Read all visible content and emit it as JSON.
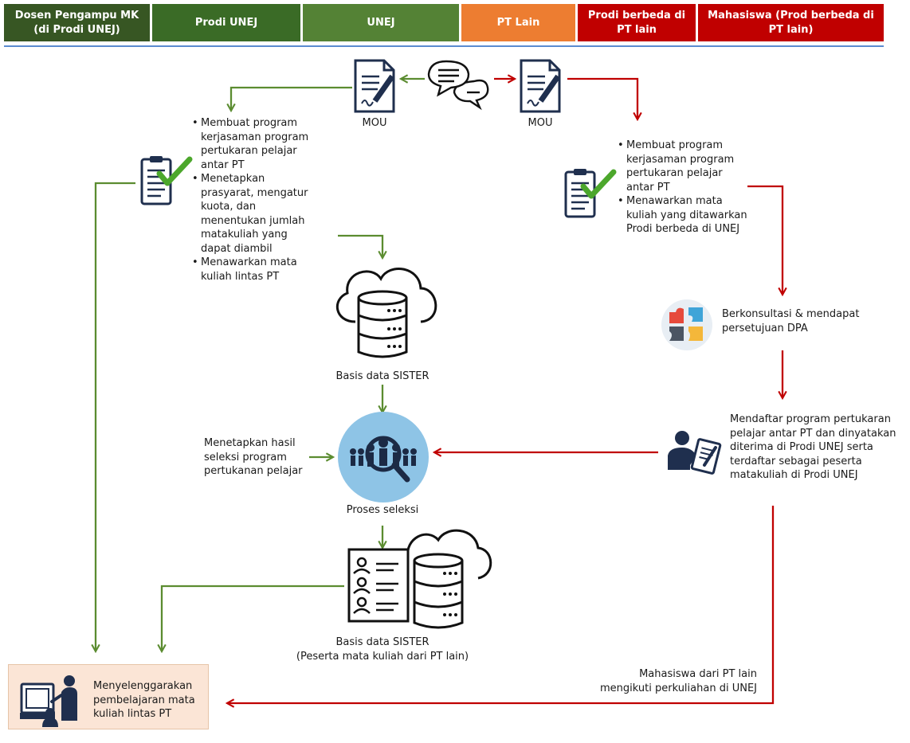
{
  "header": {
    "lanes": [
      {
        "label": "Dosen Pengampu MK (di Prodi UNEJ)",
        "color": "#375623"
      },
      {
        "label": "Prodi UNEJ",
        "color": "#3a6b26"
      },
      {
        "label": "UNEJ",
        "color": "#548235"
      },
      {
        "label": "PT Lain",
        "color": "#ed7d31"
      },
      {
        "label": "Prodi berbeda di PT lain",
        "color": "#c00000"
      },
      {
        "label": "Mahasiswa (Prod berbeda di PT lain)",
        "color": "#c00000"
      }
    ]
  },
  "flow": {
    "mou_left": "MOU",
    "mou_right": "MOU",
    "left_tasks": [
      "Membuat program kerjasaman program pertukaran pelajar antar PT",
      "Menetapkan prasyarat, mengatur kuota, dan menentukan jumlah matakuliah yang dapat diambil",
      "Menawarkan mata kuliah lintas PT"
    ],
    "right_tasks": [
      "Membuat program kerjasaman program pertukaran pelajar antar PT",
      "Menawarkan mata kuliah yang ditawarkan Prodi berbeda di UNEJ"
    ],
    "db_sister": "Basis data SISTER",
    "consult": "Berkonsultasi & mendapat persetujuan DPA",
    "register": "Mendaftar program pertukaran pelajar antar PT dan dinyatakan diterima di Prodi UNEJ serta terdaftar sebagai peserta matakuliah di Prodi UNEJ",
    "selection_note": "Menetapkan hasil seleksi program pertukanan pelajar",
    "selection_label": "Proses seleksi",
    "db_participants_1": "Basis data SISTER",
    "db_participants_2": "(Peserta mata kuliah dari PT lain)",
    "student_note": "Mahasiswa dari PT lain mengikuti perkuliahan di UNEJ",
    "final": "Menyelenggarakan pembelajaran mata kuliah lintas PT"
  },
  "colors": {
    "green_arrow": "#5b8c30",
    "red_arrow": "#c00000",
    "icon_navy": "#1f2f4e",
    "check_green": "#4ca72c",
    "selection_circle": "#8ec4e6",
    "final_box": "#fbe5d6"
  },
  "icons": [
    "chat-bubbles-icon",
    "contract-document-icon",
    "checklist-icon",
    "cloud-database-icon",
    "puzzle-icon",
    "people-search-icon",
    "person-writing-icon",
    "participant-list-icon",
    "teacher-icon"
  ]
}
